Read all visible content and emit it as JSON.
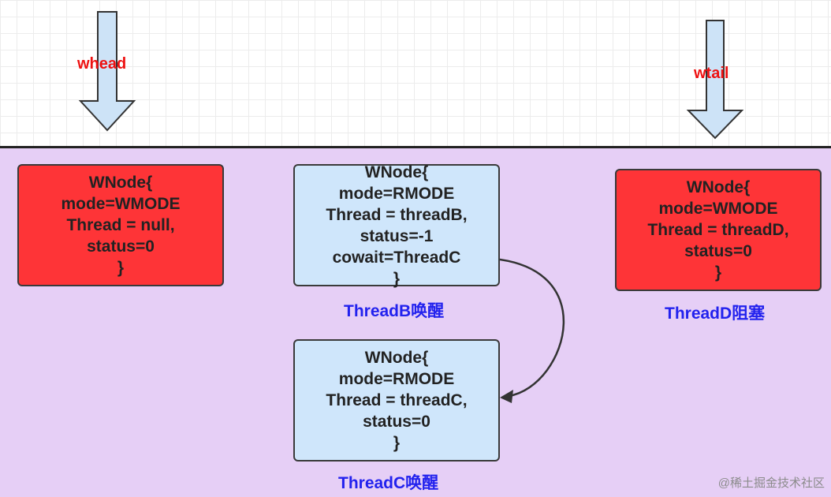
{
  "pointers": {
    "whead": "whead",
    "wtail": "wtail"
  },
  "nodes": {
    "node_a": [
      "WNode{",
      "mode=WMODE",
      "Thread = null,",
      "status=0",
      "}"
    ],
    "node_b": [
      "WNode{",
      "mode=RMODE",
      "Thread = threadB,",
      "status=-1",
      "cowait=ThreadC",
      "}"
    ],
    "node_c": [
      "WNode{",
      "mode=RMODE",
      "Thread = threadC,",
      "status=0",
      "}"
    ],
    "node_d": [
      "WNode{",
      "mode=WMODE",
      "Thread = threadD,",
      "status=0",
      "}"
    ]
  },
  "captions": {
    "thread_b": "ThreadB唤醒",
    "thread_c": "ThreadC唤醒",
    "thread_d": "ThreadD阻塞"
  },
  "watermark": "@稀土掘金技术社区",
  "colors": {
    "write_node": "#fe3437",
    "read_node": "#cfe6fb",
    "queue_area": "#e6cff6",
    "pointer_arrow": "#cde3f7",
    "pointer_label": "#ee1111",
    "caption": "#2222ee"
  }
}
